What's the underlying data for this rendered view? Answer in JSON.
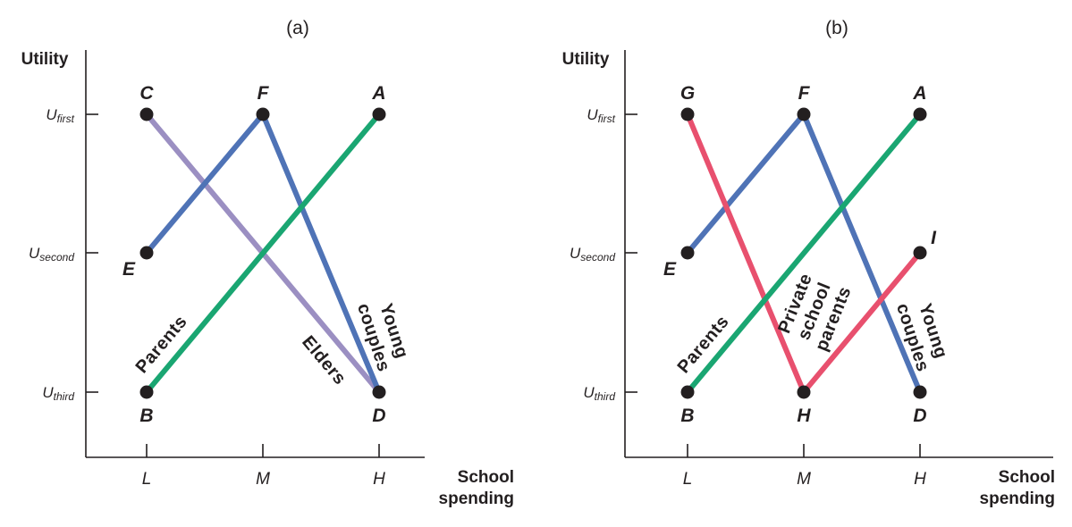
{
  "chart_data": [
    {
      "type": "line",
      "panel_title": "(a)",
      "ylabel": "Utility",
      "xlabel": "School spending",
      "x_categories": [
        "L",
        "M",
        "H"
      ],
      "y_levels": [
        {
          "main": "U",
          "sub": "first",
          "level": 3
        },
        {
          "main": "U",
          "sub": "second",
          "level": 2
        },
        {
          "main": "U",
          "sub": "third",
          "level": 1
        }
      ],
      "points": [
        {
          "label": "C",
          "x": "L",
          "y": 3,
          "label_pos": "above"
        },
        {
          "label": "F",
          "x": "M",
          "y": 3,
          "label_pos": "above"
        },
        {
          "label": "A",
          "x": "H",
          "y": 3,
          "label_pos": "above"
        },
        {
          "label": "E",
          "x": "L",
          "y": 2,
          "label_pos": "below-left"
        },
        {
          "label": "B",
          "x": "L",
          "y": 1,
          "label_pos": "below"
        },
        {
          "label": "D",
          "x": "H",
          "y": 1,
          "label_pos": "below"
        }
      ],
      "series": [
        {
          "name": "Elders",
          "color": "#9b8fc2",
          "points": [
            {
              "x": "L",
              "y": 3
            },
            {
              "x": "H",
              "y": 1
            }
          ]
        },
        {
          "name": "Young couples",
          "color": "#4f73b6",
          "points": [
            {
              "x": "L",
              "y": 2
            },
            {
              "x": "M",
              "y": 3
            },
            {
              "x": "H",
              "y": 1
            }
          ]
        },
        {
          "name": "Parents",
          "color": "#1aa672",
          "points": [
            {
              "x": "L",
              "y": 1
            },
            {
              "x": "H",
              "y": 3
            }
          ]
        }
      ]
    },
    {
      "type": "line",
      "panel_title": "(b)",
      "ylabel": "Utility",
      "xlabel": "School spending",
      "x_categories": [
        "L",
        "M",
        "H"
      ],
      "y_levels": [
        {
          "main": "U",
          "sub": "first",
          "level": 3
        },
        {
          "main": "U",
          "sub": "second",
          "level": 2
        },
        {
          "main": "U",
          "sub": "third",
          "level": 1
        }
      ],
      "points": [
        {
          "label": "G",
          "x": "L",
          "y": 3,
          "label_pos": "above"
        },
        {
          "label": "F",
          "x": "M",
          "y": 3,
          "label_pos": "above"
        },
        {
          "label": "A",
          "x": "H",
          "y": 3,
          "label_pos": "above"
        },
        {
          "label": "E",
          "x": "L",
          "y": 2,
          "label_pos": "below-left"
        },
        {
          "label": "I",
          "x": "H",
          "y": 2,
          "label_pos": "above-right"
        },
        {
          "label": "B",
          "x": "L",
          "y": 1,
          "label_pos": "below"
        },
        {
          "label": "H",
          "x": "M",
          "y": 1,
          "label_pos": "below"
        },
        {
          "label": "D",
          "x": "H",
          "y": 1,
          "label_pos": "below"
        }
      ],
      "series": [
        {
          "name": "Young couples",
          "color": "#4f73b6",
          "points": [
            {
              "x": "L",
              "y": 2
            },
            {
              "x": "M",
              "y": 3
            },
            {
              "x": "H",
              "y": 1
            }
          ]
        },
        {
          "name": "Private school parents",
          "color": "#e8506e",
          "points": [
            {
              "x": "L",
              "y": 3
            },
            {
              "x": "M",
              "y": 1
            },
            {
              "x": "H",
              "y": 2
            }
          ]
        },
        {
          "name": "Parents",
          "color": "#1aa672",
          "points": [
            {
              "x": "L",
              "y": 1
            },
            {
              "x": "H",
              "y": 3
            }
          ]
        }
      ]
    }
  ],
  "series_labels": {
    "a": {
      "parents": [
        "Parents"
      ],
      "elders": [
        "Elders"
      ],
      "young_couples": [
        "Young",
        "couples"
      ]
    },
    "b": {
      "parents": [
        "Parents"
      ],
      "private_school_parents": [
        "Private",
        "school",
        "parents"
      ],
      "young_couples": [
        "Young",
        "couples"
      ]
    }
  }
}
